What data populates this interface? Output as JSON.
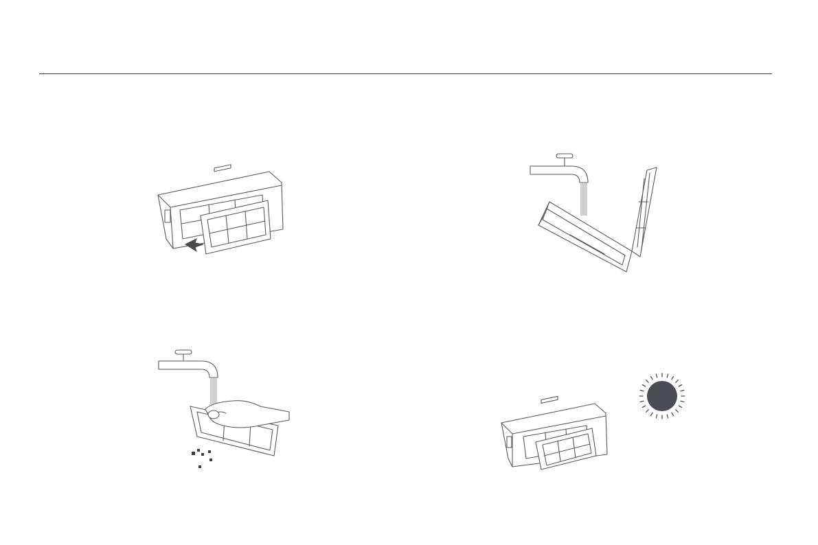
{
  "document": {
    "page_type": "manual-illustration-page",
    "illustrations": [
      {
        "name": "remove-filter-illustration",
        "icon": "dustbin-filter-removal-icon"
      },
      {
        "name": "rinse-dustbin-illustration",
        "icon": "faucet-dustbin-icon"
      },
      {
        "name": "rinse-filter-illustration",
        "icon": "faucet-hand-filter-icon"
      },
      {
        "name": "dry-and-reassemble-illustration",
        "icon": "sun-dustbin-icon"
      }
    ],
    "colors": {
      "line": "#5a5a5a",
      "rule": "#3a3a3a",
      "sun": "#4a4d55",
      "water": "#b0b0b0"
    }
  }
}
